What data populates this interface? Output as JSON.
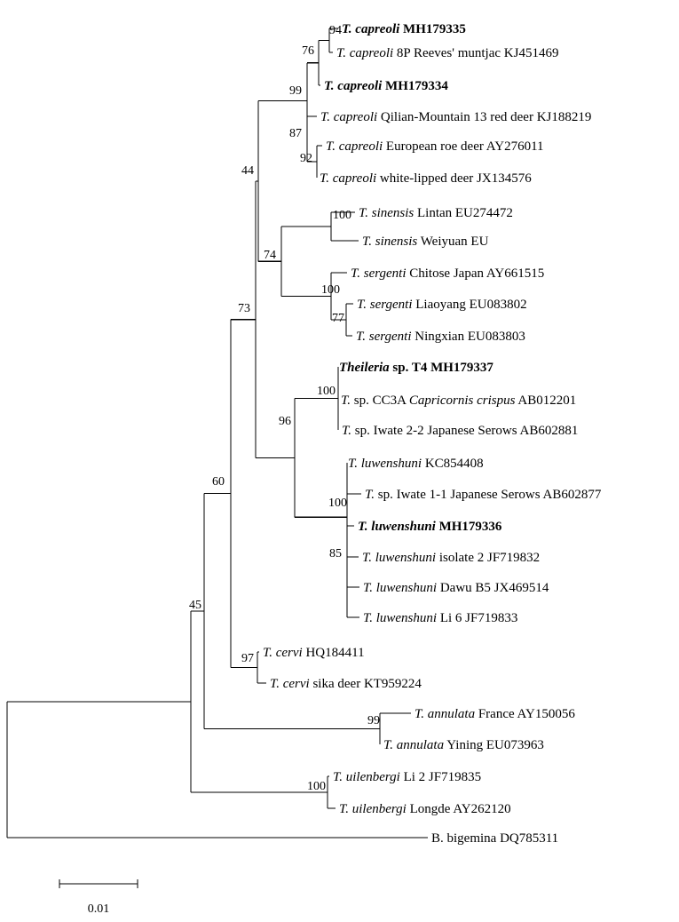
{
  "tree": {
    "leaves": [
      {
        "genus": "T. capreoli",
        "rest": " MH179335",
        "bold": true
      },
      {
        "genus": "T. capreoli",
        "rest": " 8P Reeves' muntjac KJ451469",
        "bold": false
      },
      {
        "genus": "T. capreoli",
        "rest": " MH179334",
        "bold": true
      },
      {
        "genus": "T. capreoli",
        "rest": " Qilian-Mountain 13 red deer KJ188219",
        "bold": false
      },
      {
        "genus": "T. capreoli",
        "rest": " European roe deer AY276011",
        "bold": false
      },
      {
        "genus": "T. capreoli",
        "rest": " white-lipped deer JX134576",
        "bold": false
      },
      {
        "genus": "T. sinensis",
        "rest": " Lintan EU274472",
        "bold": false
      },
      {
        "genus": "T. sinensis",
        "rest": " Weiyuan EU",
        "bold": false
      },
      {
        "genus": "T. sergenti",
        "rest": " Chitose Japan AY661515",
        "bold": false
      },
      {
        "genus": "T. sergenti",
        "rest": " Liaoyang EU083802",
        "bold": false
      },
      {
        "genus": "T. sergenti",
        "rest": " Ningxian EU083803",
        "bold": false
      },
      {
        "genus": "Theileria",
        "rest": " sp. T4 MH179337",
        "bold": true
      },
      {
        "genus": "T.",
        "rest": " sp. CC3A ",
        "genus2": "Capricornis crispus",
        "rest2": " AB012201",
        "bold": false
      },
      {
        "genus": "T.",
        "rest": " sp. Iwate 2-2 Japanese Serows AB602881",
        "bold": false
      },
      {
        "genus": "T. luwenshuni",
        "rest": " KC854408",
        "bold": false
      },
      {
        "genus": "T.",
        "rest": " sp. Iwate 1-1 Japanese Serows AB602877",
        "bold": false
      },
      {
        "genus": "T. luwenshuni",
        "rest": " MH179336",
        "bold": true
      },
      {
        "genus": "T. luwenshuni",
        "rest": " isolate 2 JF719832",
        "bold": false
      },
      {
        "genus": "T. luwenshuni",
        "rest": " Dawu B5 JX469514",
        "bold": false
      },
      {
        "genus": "T. luwenshuni",
        "rest": " Li 6 JF719833",
        "bold": false
      },
      {
        "genus": "T. cervi",
        "rest": " HQ184411",
        "bold": false
      },
      {
        "genus": "T. cervi",
        "rest": " sika deer KT959224",
        "bold": false
      },
      {
        "genus": "T. annulata",
        "rest": " France AY150056",
        "bold": false
      },
      {
        "genus": "T. annulata",
        "rest": " Yining EU073963",
        "bold": false
      },
      {
        "genus": "T. uilenbergi",
        "rest": " Li 2 JF719835",
        "bold": false
      },
      {
        "genus": "T. uilenbergi",
        "rest": " Longde AY262120",
        "bold": false
      },
      {
        "genus": "",
        "rest": "B. bigemina DQ785311",
        "bold": false
      }
    ],
    "bootstrap": [
      "94",
      "76",
      "99",
      "87",
      "92",
      "44",
      "100",
      "74",
      "100",
      "77",
      "73",
      "100",
      "96",
      "100",
      "85",
      "60",
      "97",
      "45",
      "99",
      "100"
    ],
    "scale_bar": "0.01"
  }
}
